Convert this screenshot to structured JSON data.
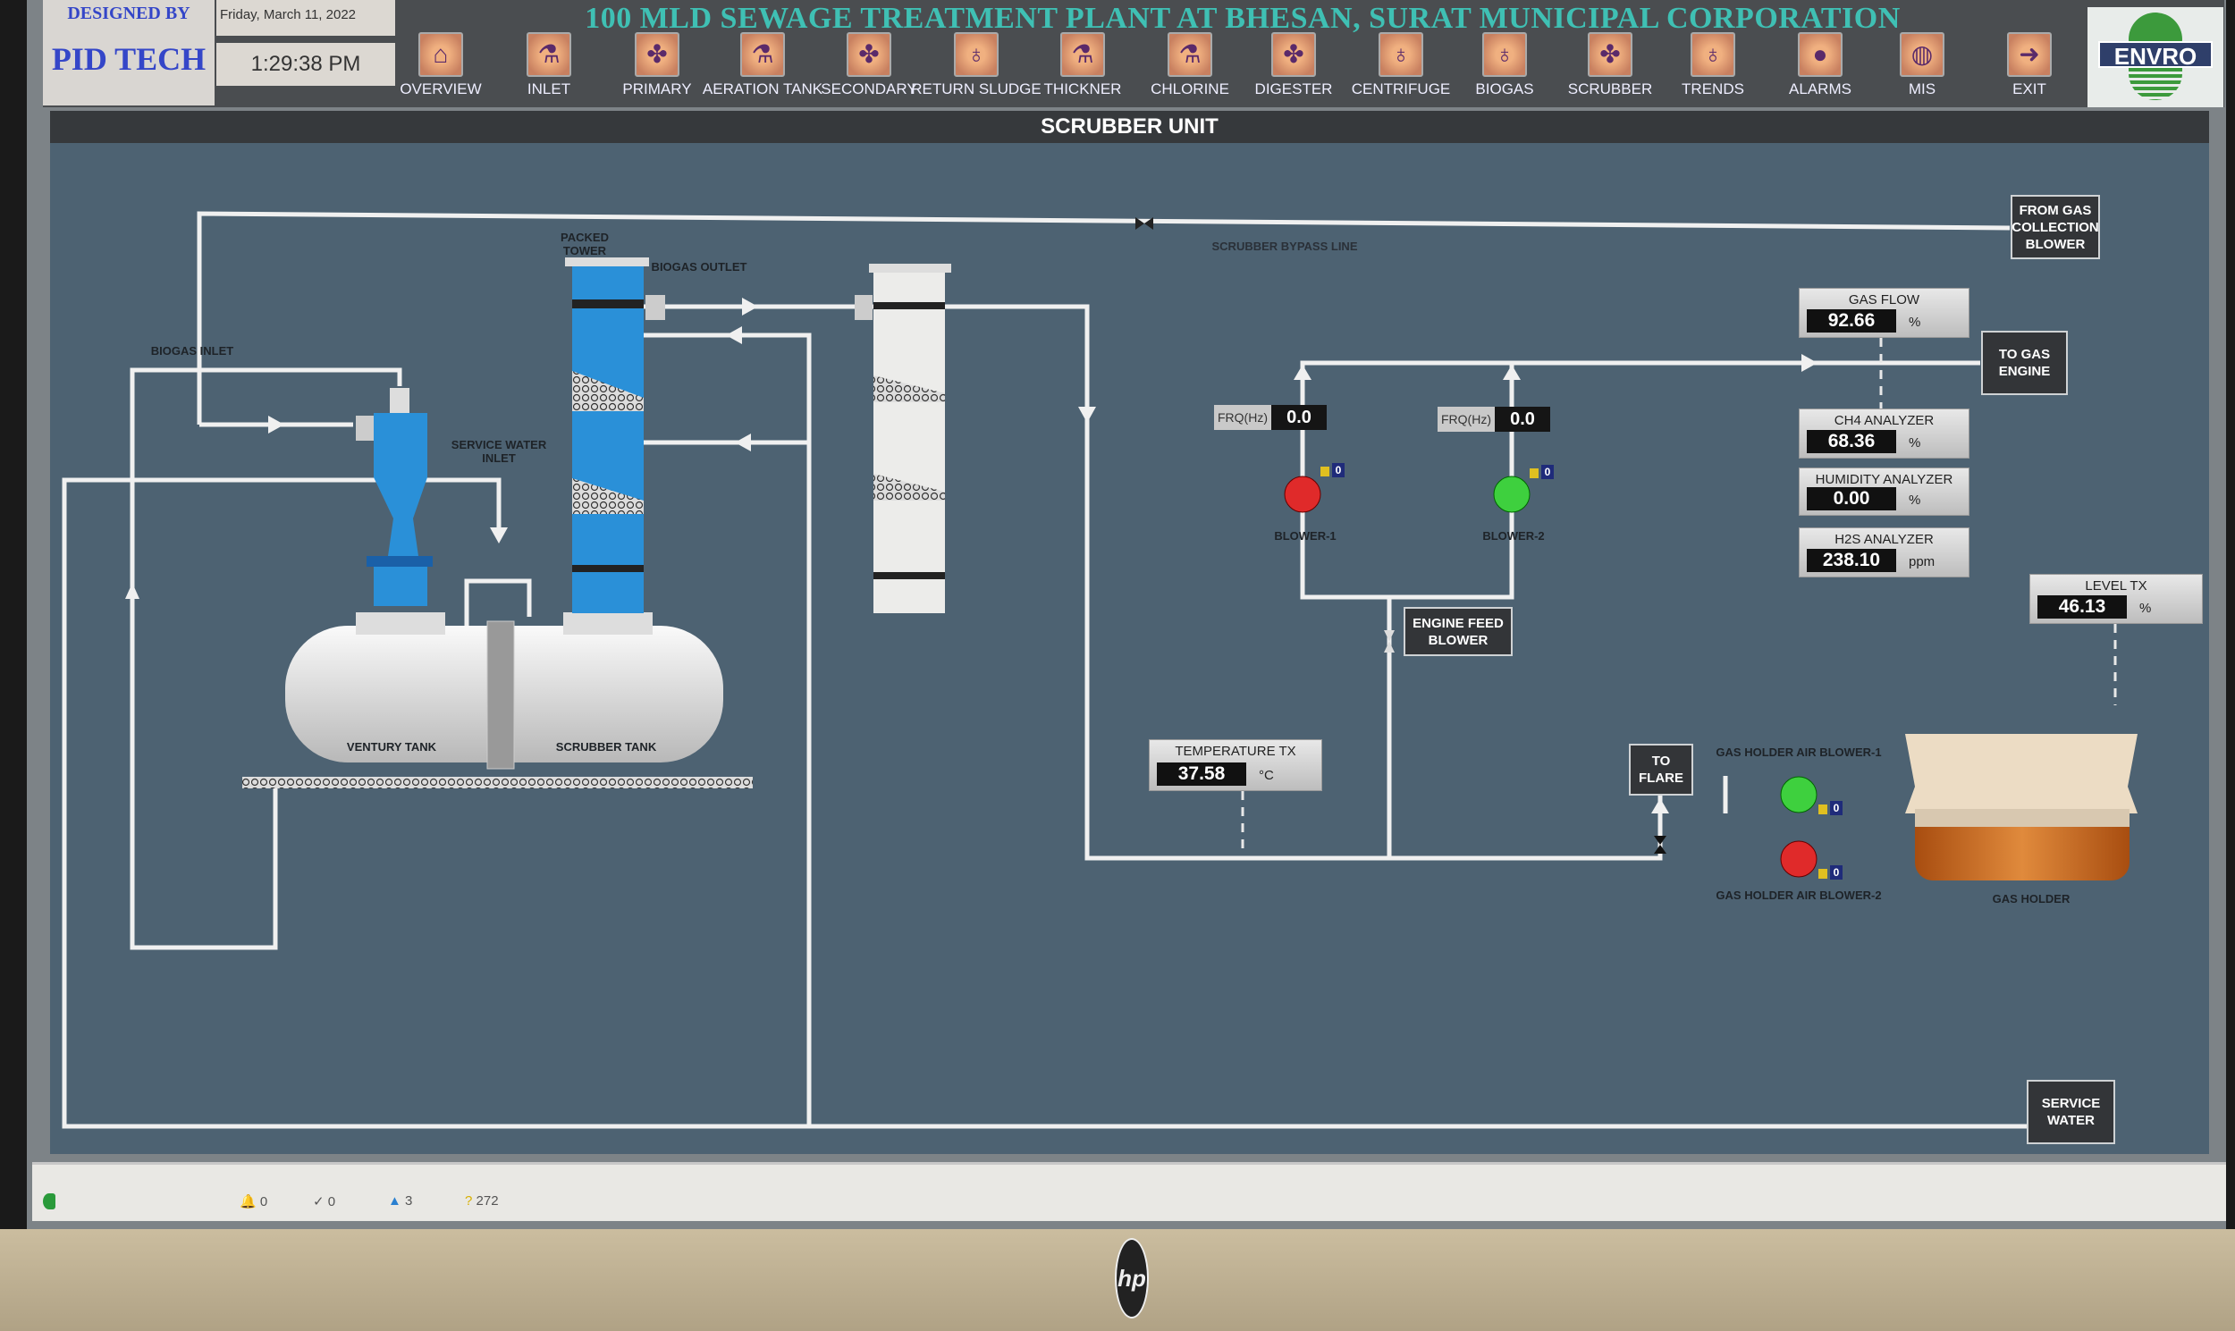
{
  "header": {
    "designed_by": "DESIGNED BY",
    "company": "PID TECH",
    "date": "Friday, March 11, 2022",
    "time": "1:29:38 PM",
    "title": "100 MLD SEWAGE TREATMENT PLANT AT BHESAN, SURAT MUNICIPAL CORPORATION",
    "logo": "ENVRO"
  },
  "nav": [
    {
      "label": "OVERVIEW",
      "icon": "house-icon"
    },
    {
      "label": "INLET",
      "icon": "flask-icon"
    },
    {
      "label": "PRIMARY",
      "icon": "pump-icon"
    },
    {
      "label": "AERATION TANK",
      "icon": "flask-icon"
    },
    {
      "label": "SECONDARY",
      "icon": "pump-icon"
    },
    {
      "label": "RETURN SLUDGE",
      "icon": "valve-icon"
    },
    {
      "label": "THICKNER",
      "icon": "flask-icon"
    },
    {
      "label": "CHLORINE",
      "icon": "flask-icon"
    },
    {
      "label": "DIGESTER",
      "icon": "pump-icon"
    },
    {
      "label": "CENTRIFUGE",
      "icon": "valve-icon"
    },
    {
      "label": "BIOGAS",
      "icon": "valve-icon"
    },
    {
      "label": "SCRUBBER",
      "icon": "pump-icon"
    },
    {
      "label": "TRENDS",
      "icon": "valve-icon"
    },
    {
      "label": "ALARMS",
      "icon": "alarm-icon"
    },
    {
      "label": "MIS",
      "icon": "globe-icon"
    },
    {
      "label": "EXIT",
      "icon": "exit-icon"
    }
  ],
  "unit_title": "SCRUBBER UNIT",
  "labels": {
    "biogas_inlet": "BIOGAS INLET",
    "packed_tower": "PACKED TOWER",
    "biogas_outlet": "BIOGAS OUTLET",
    "service_water_inlet": "SERVICE WATER INLET",
    "venturi_tank": "VENTURY TANK",
    "scrubber_tank": "SCRUBBER TANK",
    "bypass": "SCRUBBER BYPASS LINE",
    "blower1": "BLOWER-1",
    "blower2": "BLOWER-2",
    "gh_blower1": "GAS HOLDER AIR BLOWER-1",
    "gh_blower2": "GAS HOLDER AIR BLOWER-2",
    "gas_holder": "GAS HOLDER"
  },
  "boxes": {
    "from_gas": "FROM GAS COLLECTION BLOWER",
    "to_gas_engine": "TO GAS ENGINE",
    "engine_feed": "ENGINE FEED BLOWER",
    "to_flare": "TO FLARE",
    "service_water": "SERVICE WATER"
  },
  "frq": [
    {
      "label": "FRQ(Hz)",
      "value": "0.0"
    },
    {
      "label": "FRQ(Hz)",
      "value": "0.0"
    }
  ],
  "meters": {
    "gas_flow": {
      "title": "GAS FLOW",
      "value": "92.66",
      "unit": "%"
    },
    "ch4": {
      "title": "CH4 ANALYZER",
      "value": "68.36",
      "unit": "%"
    },
    "humidity": {
      "title": "HUMIDITY ANALYZER",
      "value": "0.00",
      "unit": "%"
    },
    "h2s": {
      "title": "H2S ANALYZER",
      "value": "238.10",
      "unit": "ppm"
    },
    "level": {
      "title": "LEVEL TX",
      "value": "46.13",
      "unit": "%"
    },
    "temperature": {
      "title": "TEMPERATURE TX",
      "value": "37.58",
      "unit": "°C"
    }
  },
  "badges": {
    "b1": "0",
    "b2": "0",
    "gh1": "0",
    "gh2": "0"
  },
  "status": {
    "alarms": "0",
    "acks": "0",
    "warnings": "3",
    "events": "272"
  },
  "bezel_logo": "hp",
  "colors": {
    "running": "#3ed03e",
    "stopped": "#e02a2a",
    "panel": "#4d6272",
    "title_text": "#3fc0b4"
  }
}
